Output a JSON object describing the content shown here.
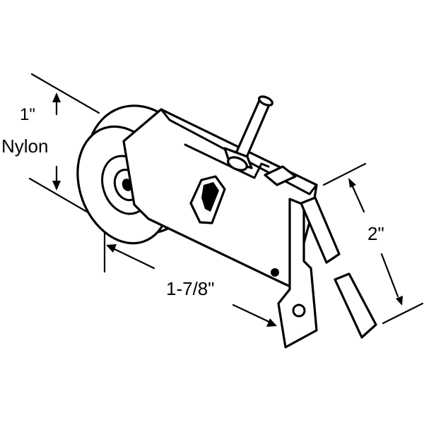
{
  "labels": {
    "wheel_size": "1\"",
    "wheel_material": "Nylon",
    "length": "1-7/8\"",
    "height": "2\""
  }
}
